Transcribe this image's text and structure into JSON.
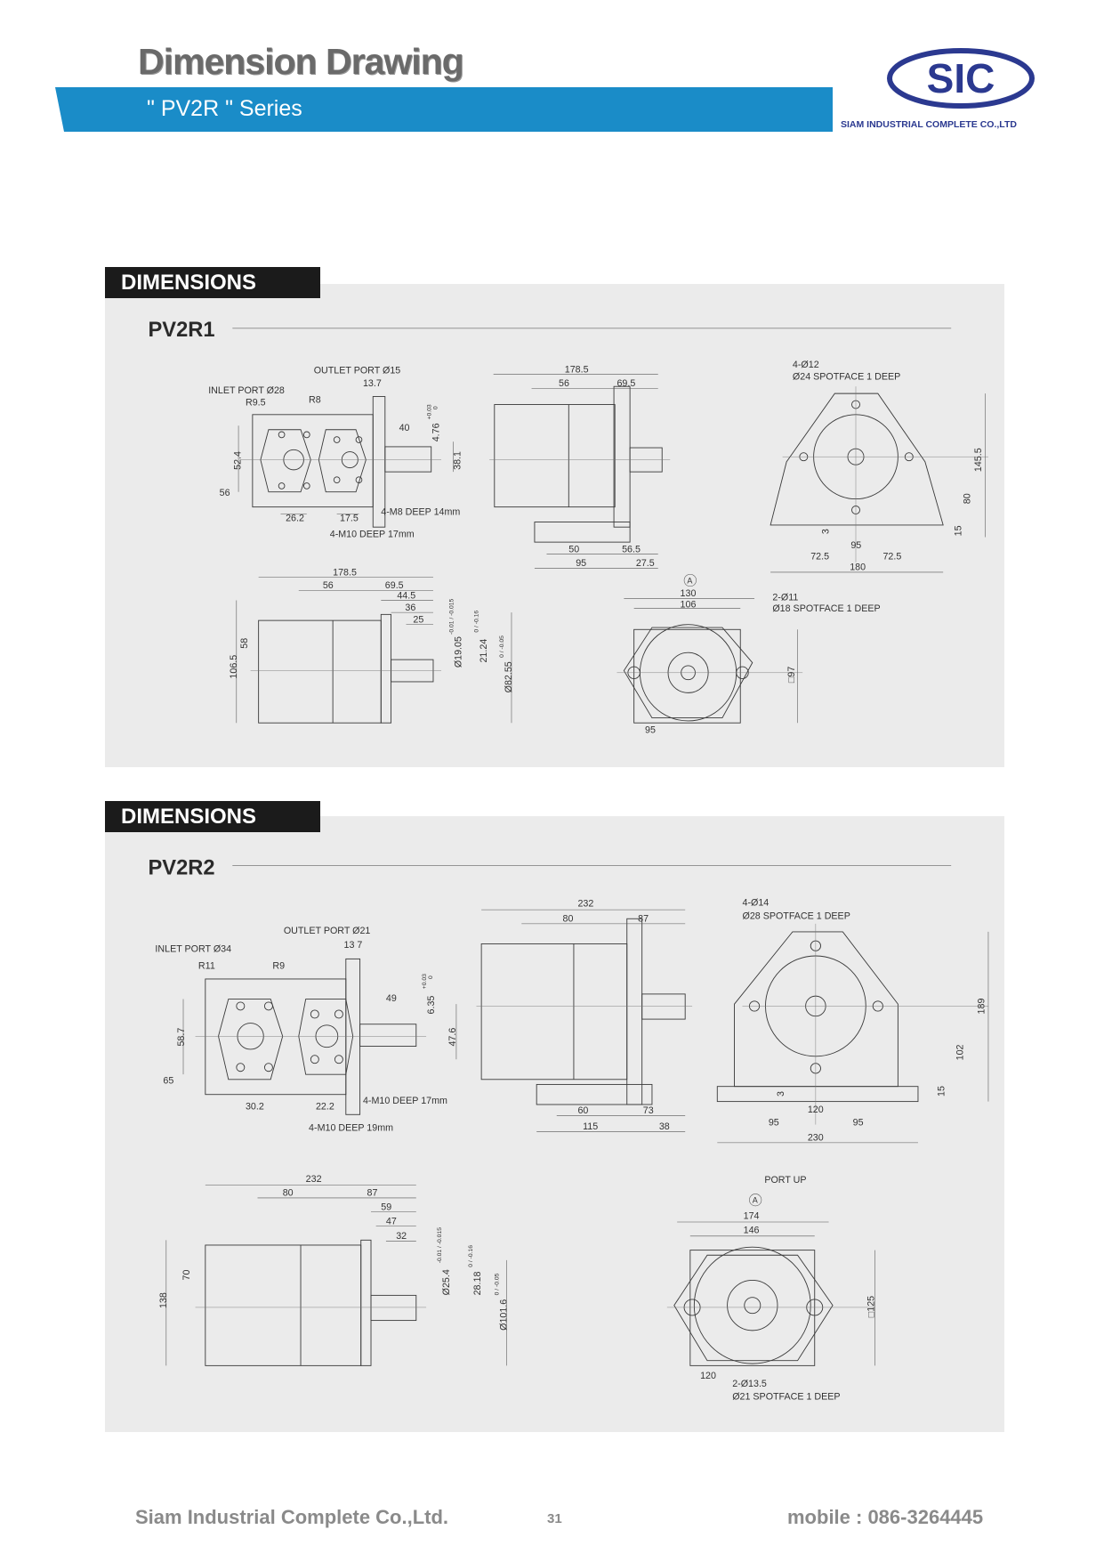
{
  "header": {
    "title": "Dimension Drawing",
    "series": "\" PV2R \" Series"
  },
  "logo": {
    "mark": "SIC",
    "company": "SIAM INDUSTRIAL COMPLETE CO.,LTD",
    "color": "#2b3990"
  },
  "colors": {
    "bar": "#1a8cc8",
    "panel": "#ebebeb"
  },
  "sections": [
    {
      "badge": "DIMENSIONS",
      "model": "PV2R1",
      "front": [
        "INLET PORT Ø28",
        "OUTLET PORT Ø15",
        "13.7",
        "R9.5",
        "R8",
        "40",
        "4.76",
        "+0.03",
        "0",
        "52.4",
        "38.1",
        "56",
        "26.2",
        "17.5",
        "4-M8 DEEP 14mm",
        "4-M10 DEEP 17mm"
      ],
      "side": [
        "178.5",
        "56",
        "69.5",
        "50",
        "56.5",
        "95",
        "27.5"
      ],
      "foot": [
        "4-Ø12",
        "Ø24 SPOTFACE 1 DEEP",
        "145.5",
        "80",
        "15",
        "3",
        "95",
        "72.5",
        "72.5",
        "180"
      ],
      "lower": [
        "178.5",
        "56",
        "69.5",
        "44.5",
        "36",
        "25",
        "Ø19.05",
        "-0.01 / -0.015",
        "21.24",
        "0 / -0.16",
        "Ø82.55",
        "0 / -0.05",
        "58",
        "106.5"
      ],
      "mount": [
        "A",
        "130",
        "106",
        "2-Ø11",
        "Ø18 SPOTFACE 1 DEEP",
        "□97",
        "95"
      ]
    },
    {
      "badge": "DIMENSIONS",
      "model": "PV2R2",
      "front": [
        "INLET PORT Ø34",
        "OUTLET PORT Ø21",
        "13 7",
        "R11",
        "R9",
        "49",
        "6.35",
        "+0.03",
        "0",
        "58.7",
        "47.6",
        "65",
        "30.2",
        "22.2",
        "4-M10 DEEP 17mm",
        "4-M10 DEEP 19mm"
      ],
      "side": [
        "232",
        "80",
        "87",
        "60",
        "73",
        "115",
        "38"
      ],
      "foot": [
        "4-Ø14",
        "Ø28 SPOTFACE 1 DEEP",
        "189",
        "102",
        "15",
        "3",
        "120",
        "95",
        "95",
        "230"
      ],
      "lower": [
        "232",
        "80",
        "87",
        "59",
        "47",
        "32",
        "Ø25.4",
        "-0.01 / -0.015",
        "28.18",
        "0 / -0.16",
        "Ø101.6",
        "0 / -0.05",
        "70",
        "138"
      ],
      "mount": [
        "PORT UP",
        "A",
        "174",
        "146",
        "□125",
        "120",
        "2-Ø13.5",
        "Ø21 SPOTFACE 1 DEEP"
      ]
    }
  ],
  "footer": {
    "company": "Siam Industrial Complete Co.,Ltd.",
    "page": "31",
    "mobile": "mobile : 086-3264445"
  }
}
